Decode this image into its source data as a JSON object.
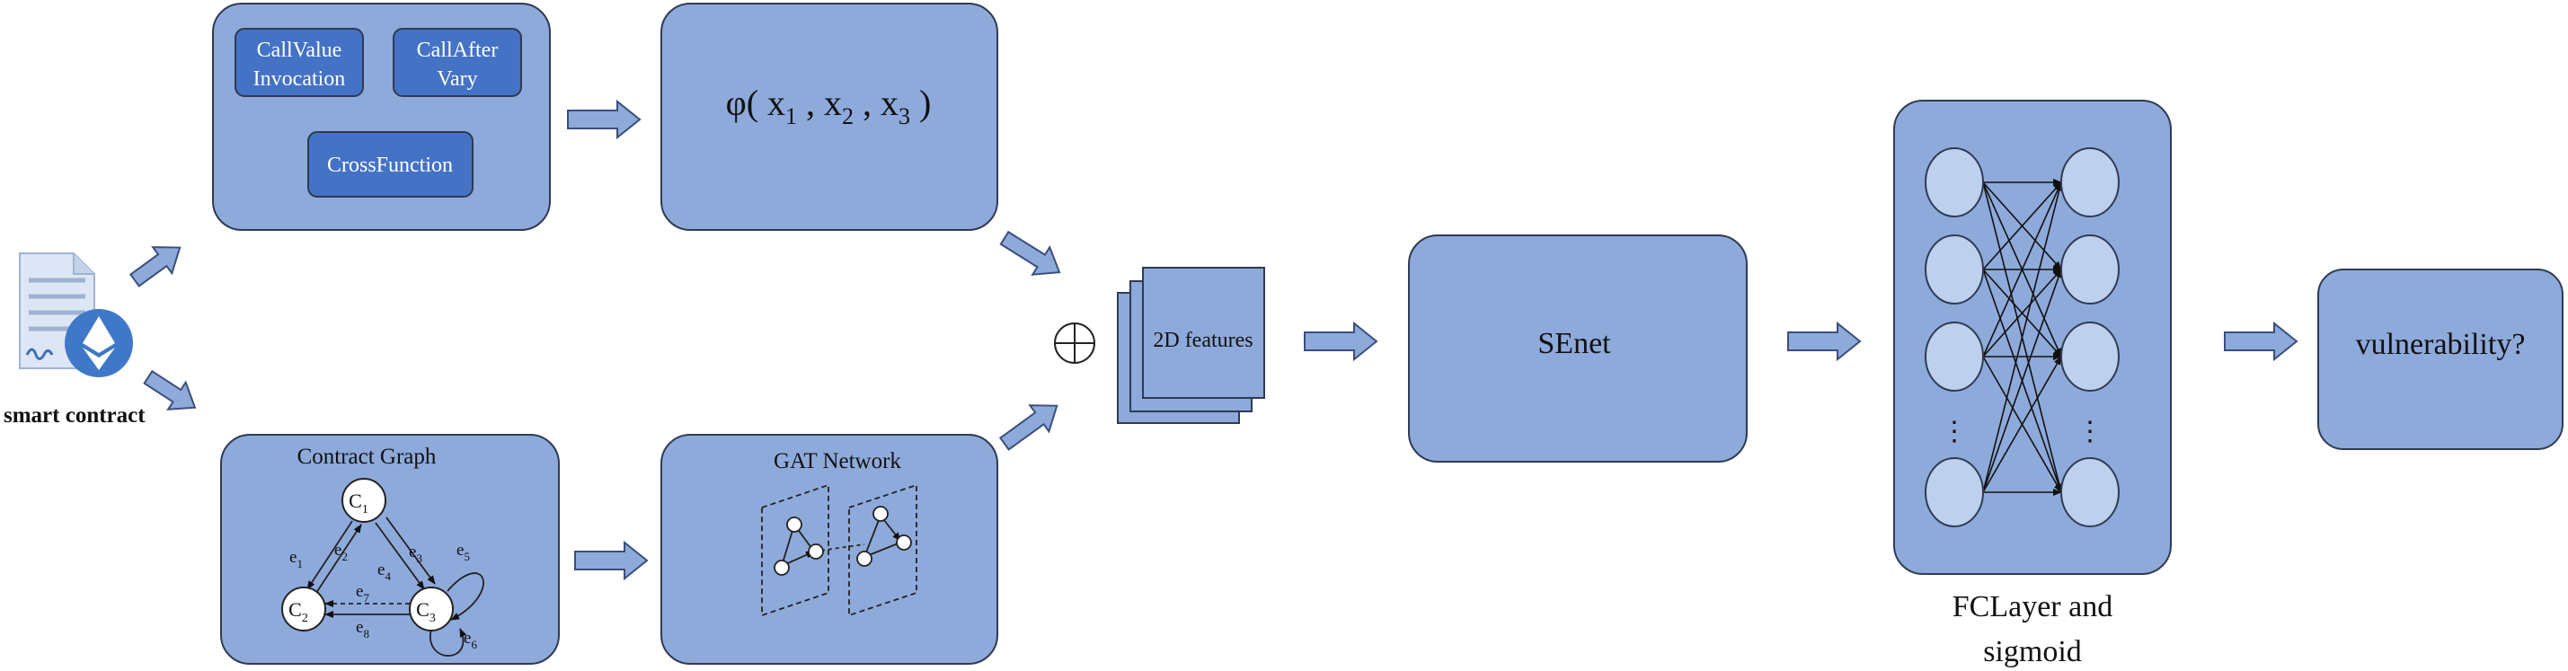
{
  "input": {
    "label": "smart contract"
  },
  "patterns": {
    "chip1_line1": "CallValue",
    "chip1_line2": "Invocation",
    "chip2_line1": "CallAfter",
    "chip2_line2": "Vary",
    "chip3": "CrossFunction"
  },
  "phi": {
    "fn": "φ( x",
    "s1": "1",
    "c1": " , x",
    "s2": "2",
    "c2": " , x",
    "s3": "3",
    "end": " )"
  },
  "graph": {
    "title": "Contract Graph",
    "c1": "C",
    "c1s": "1",
    "c2": "C",
    "c2s": "2",
    "c3": "C",
    "c3s": "3",
    "edges": [
      {
        "t": "e",
        "s": "1"
      },
      {
        "t": "e",
        "s": "2"
      },
      {
        "t": "e",
        "s": "3"
      },
      {
        "t": "e",
        "s": "4"
      },
      {
        "t": "e",
        "s": "5"
      },
      {
        "t": "e",
        "s": "6"
      },
      {
        "t": "e",
        "s": "7"
      },
      {
        "t": "e",
        "s": "8"
      }
    ]
  },
  "gat": {
    "title": "GAT Network"
  },
  "concat": {
    "symbol": "⊕"
  },
  "features": {
    "label": "2D features"
  },
  "senet": {
    "label": "SEnet"
  },
  "fc": {
    "line1": "FCLayer and",
    "line2": "sigmoid",
    "dots": "⋮"
  },
  "output": {
    "label": "vulnerability?"
  },
  "icons": {
    "document": "document-ethereum-icon"
  },
  "colors": {
    "box": "#8eaadb",
    "chip": "#4472c4",
    "node": "#bdd0ee"
  }
}
